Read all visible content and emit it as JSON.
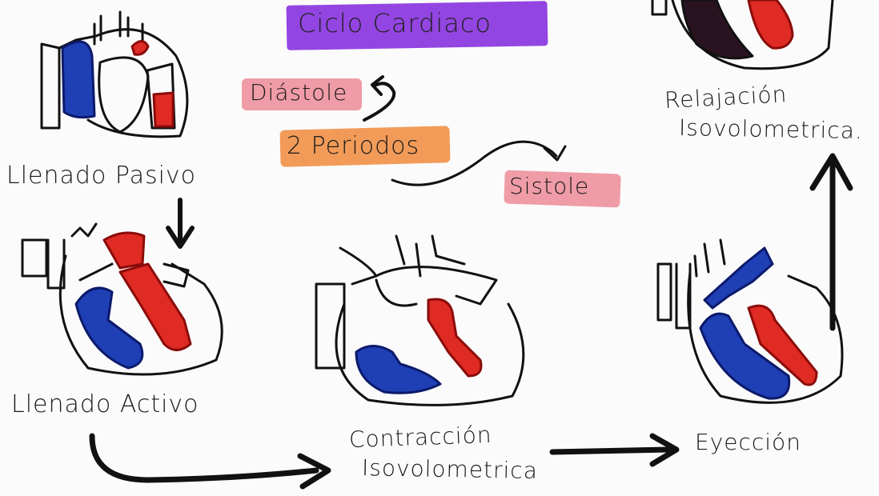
{
  "title": "Ciclo Cardiaco",
  "periods": {
    "center": "2 Periodos",
    "diastole": "Diástole",
    "sistole": "Sistole"
  },
  "stages": {
    "passive": "Llenado Pasivo",
    "active": "Llenado Activo",
    "contraction_line1": "Contracción",
    "contraction_line2": "Isovolometrica",
    "ejection": "Eyección",
    "relaxation_line1": "Relajación",
    "relaxation_line2": "Isovolometrica."
  },
  "colors": {
    "title_highlight": "#8a35e0",
    "diastole_highlight": "#ec8b98",
    "periods_highlight": "#f08a3c",
    "blood_blue": "#1f3fb5",
    "blood_red": "#e02a24"
  }
}
